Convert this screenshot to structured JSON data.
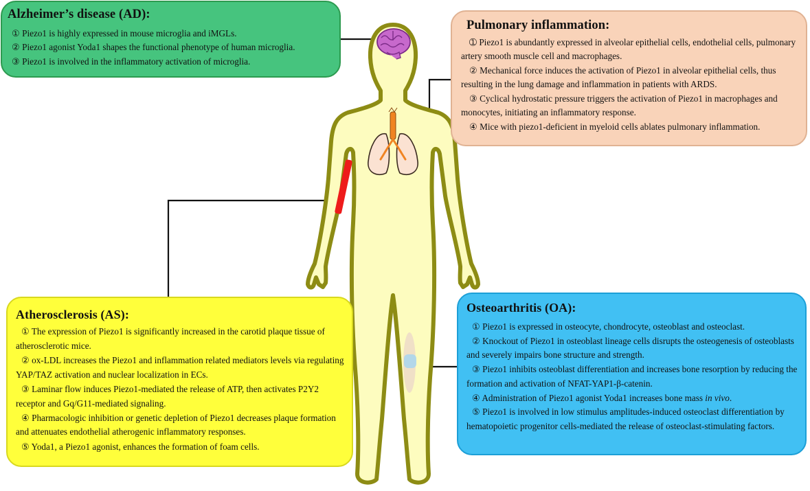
{
  "boxes": {
    "ad": {
      "title": "Alzheimer’s disease (AD):",
      "items": [
        "① Piezo1 is highly expressed in mouse microglia and iMGLs.",
        "② Piezo1 agonist Yoda1 shapes the functional phenotype of human microglia.",
        "③ Piezo1 is involved in the inflammatory activation of microglia."
      ]
    },
    "pi": {
      "title": "Pulmonary inflammation:",
      "items": [
        "➀ Piezo1 is abundantly expressed in alveolar epithelial cells, endothelial cells, pulmonary artery smooth muscle cell and macrophages.",
        "② Mechanical force induces the activation of Piezo1 in alveolar epithelial cells, thus resulting in the lung damage and inflammation in patients with ARDS.",
        "③ Cyclical hydrostatic pressure triggers the activation of Piezo1 in macrophages and monocytes, initiating an inflammatory response.",
        "④ Mice with piezo1-deficient in myeloid cells ablates pulmonary inflammation."
      ]
    },
    "as": {
      "title": "Atherosclerosis (AS):",
      "items": [
        "① The expression of Piezo1 is significantly increased in the carotid plaque tissue of atherosclerotic mice.",
        "②  ox-LDL increases the Piezo1 and inflammation related mediators levels via regulating YAP/TAZ activation and nuclear localization in ECs.",
        "③ Laminar flow induces Piezo1-mediated the release of ATP, then activates P2Y2 receptor and Gq/G11-mediated signaling.",
        "④ Pharmacologic inhibition or genetic depletion of Piezo1 decreases plaque formation and attenuates endothelial atherogenic inflammatory responses.",
        "⑤ Yoda1, a Piezo1 agonist, enhances the formation of foam cells."
      ]
    },
    "oa": {
      "title": "Osteoarthritis (OA):",
      "items": [
        "① Piezo1 is expressed in osteocyte, chondrocyte, osteoblast and osteoclast.",
        "② Knockout of Piezo1 in osteoblast lineage cells disrupts the osteogenesis of osteoblasts and severely impairs bone structure and strength.",
        "③ Piezo1 inhibits osteoblast differentiation and increases bone resorption by reducing the formation and activation of NFAT-YAP1-β-catenin.",
        "④ Administration of Piezo1 agonist Yoda1 increases bone mass",
        "⑤ Piezo1 is involved in low stimulus amplitudes-induced osteoclast differentiation by hematopoietic progenitor cells-mediated the release of osteoclast-stimulating factors."
      ],
      "item4_italic": "in vivo",
      "item4_end": "."
    }
  },
  "colors": {
    "ad_fill": "#46c47e",
    "pi_fill": "#f9d3b9",
    "as_fill": "#ffff3b",
    "oa_fill": "#41c0f3",
    "body_fill": "#fdfcbf",
    "body_outline": "#8d8c14",
    "brain": "#c769cc",
    "lung": "#fbe2d2",
    "trachea": "#f08422",
    "artery": "#ee1b1b"
  }
}
